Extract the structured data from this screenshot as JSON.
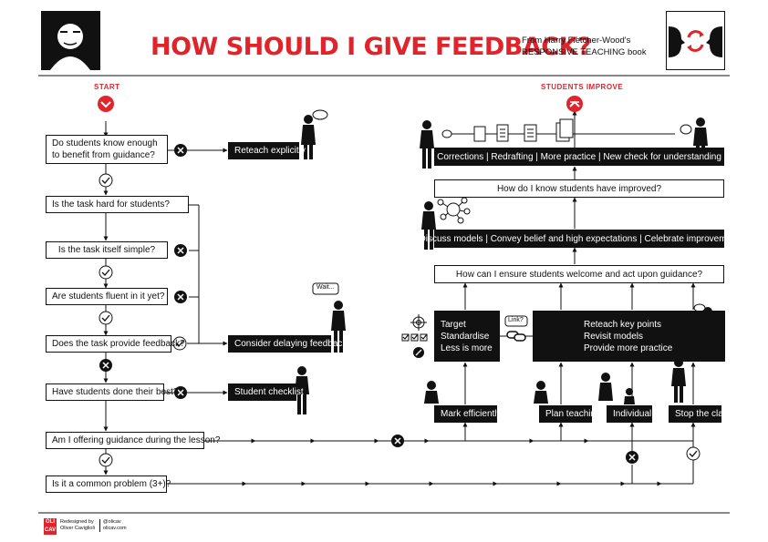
{
  "header": {
    "title": "HOW SHOULD I GIVE FEEDBACK?",
    "credit_line1": "From Harry Fletcher-Wood's",
    "credit_line2": "RESPONSIVE TEACHING book"
  },
  "labels": {
    "start": "START",
    "improve": "STUDENTS IMPROVE",
    "wait_bubble": "Wait...",
    "link_bubble": "Link?"
  },
  "questions": {
    "q1_line1": "Do students know enough",
    "q1_line2": "to benefit from guidance?",
    "q2": "Is the task hard for students?",
    "q3": "Is the task itself simple?",
    "q4": "Are students fluent in it yet?",
    "q5": "Does the task provide feedback?",
    "q6": "Have students done their best?",
    "q7": "Am I offering guidance during the lesson?",
    "q8": "Is it a common problem (3+)?",
    "q9": "How can I ensure students welcome and act upon guidance?",
    "q10": "How do I know students have improved?"
  },
  "actions": {
    "reteach": "Reteach explicitly",
    "delay": "Consider delaying feedback",
    "checklist": "Student checklist",
    "mark_target": "Target",
    "mark_standardise": "Standardise",
    "mark_less": "Less is more",
    "mark_efficiently": "Mark efficiently",
    "plan_teaching": "Plan teaching",
    "individual": "Individual",
    "stop_class": "Stop the class",
    "reteach_points": "Reteach key points",
    "revisit_models": "Revisit models",
    "provide_practice": "Provide more practice",
    "discuss_models": "Discuss models | Convey belief and high expectations | Celebrate improvement",
    "corrections": "Corrections | Redrafting | More practice | New check for understanding"
  },
  "footer": {
    "logo_top": "OLI",
    "logo_bottom": "CAV",
    "redesigned_by": "Redesigned by",
    "name": "Oliver Caviglioli",
    "handle": "@olicav",
    "site": "olicav.com"
  },
  "colors": {
    "accent": "#e1242c",
    "ink": "#111111",
    "paper": "#ffffff"
  }
}
